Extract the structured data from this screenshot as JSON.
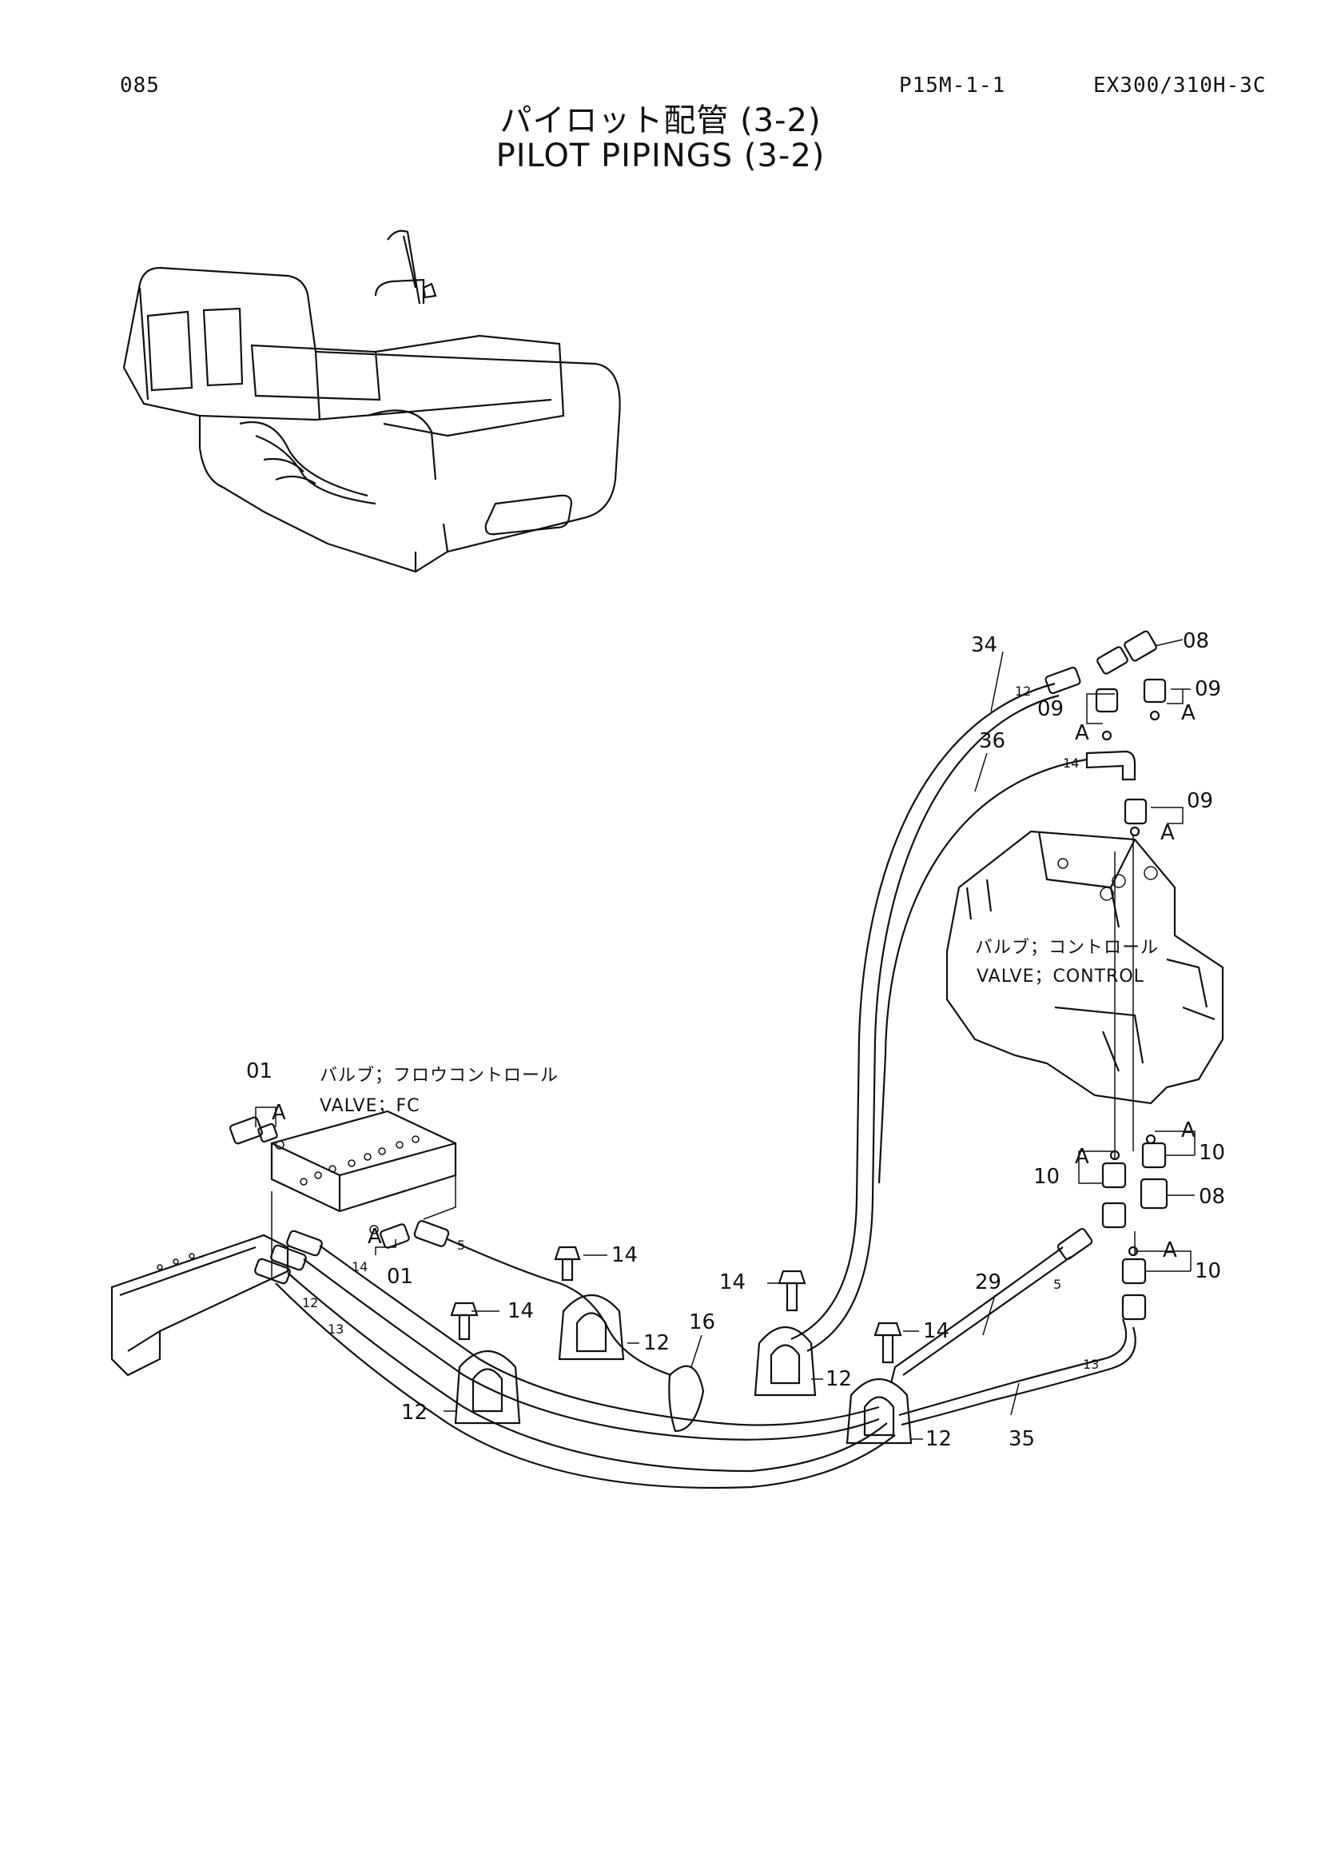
{
  "header": {
    "page_no": "085",
    "part_code": "P15M-1-1",
    "model": "EX300/310H-3C"
  },
  "title": {
    "ja": "パイロット配管 (3-2)",
    "en": "PILOT PIPINGS (3-2)"
  },
  "valves": {
    "fc_ja": "バルブ；フロウコントロール",
    "fc_en": "VALVE；FC",
    "control_ja": "バルブ；コントロール",
    "control_en": "VALVE；CONTROL"
  },
  "callouts": {
    "p01a": "01",
    "p01b": "01",
    "p08a": "08",
    "p08b": "08",
    "p09a": "09",
    "p09b": "09",
    "p09c": "09",
    "p10a": "10",
    "p10b": "10",
    "p10c": "10",
    "p12a": "12",
    "p12b": "12",
    "p12c": "12",
    "p12d": "12",
    "p14a": "14",
    "p14b": "14",
    "p14c": "14",
    "p14d": "14",
    "p16": "16",
    "p29": "29",
    "p34": "34",
    "p35": "35",
    "p36": "36"
  },
  "refs": {
    "a1": "A",
    "a2": "A",
    "a3": "A",
    "a4": "A",
    "a5": "A",
    "a6": "A",
    "a7": "A",
    "a8": "A"
  },
  "hose_sizes": {
    "h12top": "12",
    "h14top": "14",
    "h14l": "14",
    "h12l": "12",
    "h13l": "13",
    "h5l": "5",
    "h5r": "5",
    "h13r": "13"
  },
  "colors": {
    "ink": "#111111",
    "paper": "#ffffff"
  }
}
